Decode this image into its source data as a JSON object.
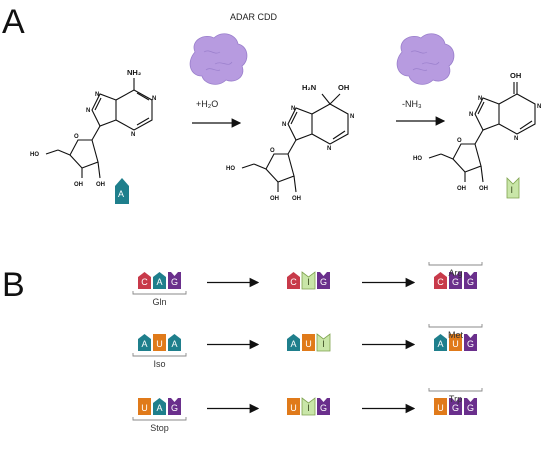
{
  "panel_a": {
    "letter": "A",
    "enzyme_label": "ADAR CDD",
    "step1_reagent": "+H₂O",
    "step2_reagent": "-NH₃",
    "molecule1": {
      "top_group": "NH₂",
      "base_tile": "A"
    },
    "molecule2": {
      "top_group1": "H₂N",
      "top_group2": "OH",
      "nh_label": "N"
    },
    "molecule3": {
      "top_group": "OH",
      "nh_label": "N",
      "base_tile": "I"
    }
  },
  "panel_b": {
    "letter": "B",
    "rows": [
      {
        "start": [
          "C",
          "A",
          "G"
        ],
        "mid": [
          "C",
          "I",
          "G"
        ],
        "end": [
          "C",
          "G",
          "G"
        ],
        "start_label": "Gln",
        "end_label": "Arg"
      },
      {
        "start": [
          "A",
          "U",
          "A"
        ],
        "mid": [
          "A",
          "U",
          "I"
        ],
        "end": [
          "A",
          "U",
          "G"
        ],
        "start_label": "Iso",
        "end_label": "Met"
      },
      {
        "start": [
          "U",
          "A",
          "G"
        ],
        "mid": [
          "U",
          "I",
          "G"
        ],
        "end": [
          "U",
          "G",
          "G"
        ],
        "start_label": "Stop",
        "end_label": "Trp"
      }
    ]
  },
  "colors": {
    "C": "#c83a4a",
    "A": "#1f7f8c",
    "G": "#6a2f8c",
    "U": "#e07a1a",
    "I": "#c9e6a8",
    "enzyme": "#b79be0"
  }
}
